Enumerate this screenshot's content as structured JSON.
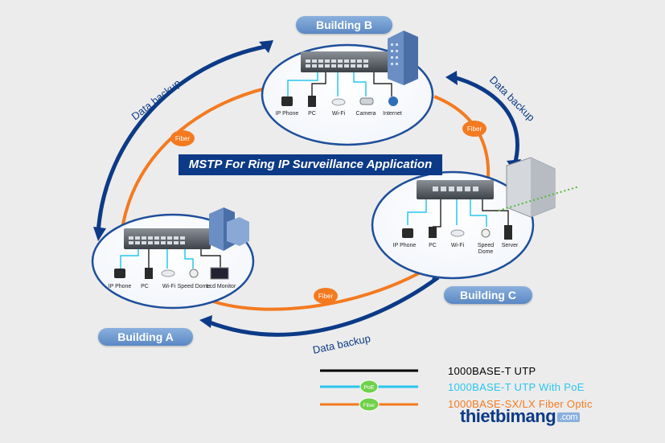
{
  "title": "MSTP For Ring IP Surveillance Application",
  "buildings": {
    "a": {
      "label": "Building A",
      "devices": [
        "IP Phone",
        "PC",
        "Wi-Fi",
        "Speed Dome",
        "Lcd Monitor"
      ]
    },
    "b": {
      "label": "Building B",
      "devices": [
        "IP Phone",
        "PC",
        "Wi-Fi",
        "Camera",
        "Internet"
      ]
    },
    "c": {
      "label": "Building C",
      "devices": [
        "IP Phone",
        "PC",
        "Wi-Fi",
        "Speed Dome",
        "Server"
      ]
    }
  },
  "links": {
    "fiber_label": "Fiber",
    "poe_label": "PoE",
    "data_backup_label": "Data backup"
  },
  "legend": [
    {
      "label": "1000BASE-T  UTP",
      "color": "#000000",
      "marker": ""
    },
    {
      "label": "1000BASE-T  UTP With PoE",
      "color": "#29c6f0",
      "marker": "PoE"
    },
    {
      "label": "1000BASE-SX/LX  Fiber Optic",
      "color": "#f47a20",
      "marker": "Fiber"
    }
  ],
  "colors": {
    "fiber": "#f47a20",
    "poe": "#29c6f0",
    "utp": "#000000",
    "backup_arrow": "#0c3a86",
    "label_blue": "#6f9ad0"
  },
  "watermark": {
    "name": "thietbimang",
    "tld": ".com"
  }
}
